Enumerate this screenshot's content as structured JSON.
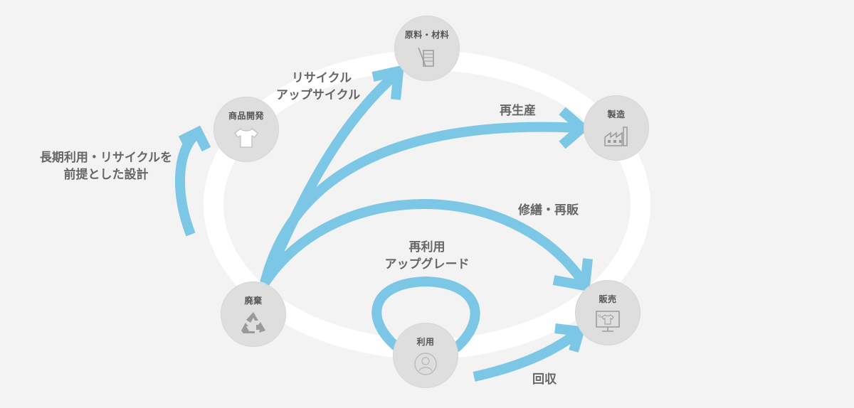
{
  "colors": {
    "arrow": "#7cc7e5",
    "ring": "#ffffff",
    "node": "#dedede",
    "text": "#666666",
    "icon": "#9a9a9a"
  },
  "nodes": {
    "materials": {
      "label": "原料・材料",
      "icon": "spool-needle-icon"
    },
    "manufacturing": {
      "label": "製造",
      "icon": "factory-icon"
    },
    "product_development": {
      "label": "商品開発",
      "icon": "tshirt-icon"
    },
    "disposal": {
      "label": "廃棄",
      "icon": "recycle-icon"
    },
    "usage": {
      "label": "利用",
      "icon": "user-icon"
    },
    "sales": {
      "label": "販売",
      "icon": "monitor-shirt-icon"
    }
  },
  "flows": {
    "recycle": {
      "line1": "リサイクル",
      "line2": "アップサイクル"
    },
    "reproduce": {
      "line1": "再生産"
    },
    "repair_resale": {
      "line1": "修繕・再販"
    },
    "reuse": {
      "line1": "再利用",
      "line2": "アップグレード"
    },
    "design": {
      "line1": "長期利用・リサイクルを",
      "line2": "前提とした設計"
    },
    "collection": {
      "line1": "回収"
    }
  }
}
